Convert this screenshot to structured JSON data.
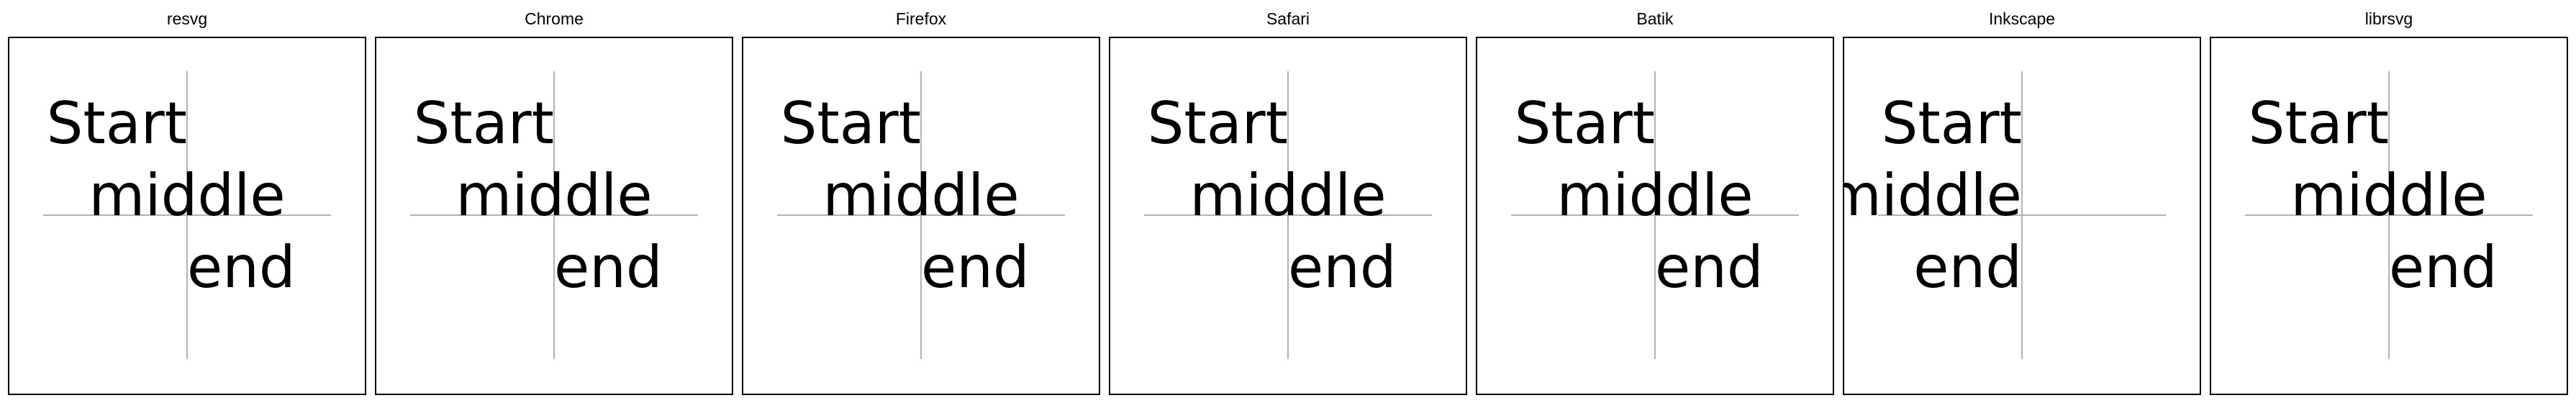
{
  "panels": [
    {
      "title": "resvg",
      "start_label": "Start",
      "middle_label": "middle",
      "end_label": "end"
    },
    {
      "title": "Chrome",
      "start_label": "Start",
      "middle_label": "middle",
      "end_label": "end"
    },
    {
      "title": "Firefox",
      "start_label": "Start",
      "middle_label": "middle",
      "end_label": "end"
    },
    {
      "title": "Safari",
      "start_label": "Start",
      "middle_label": "middle",
      "end_label": "end"
    },
    {
      "title": "Batik",
      "start_label": "Start",
      "middle_label": "middle",
      "end_label": "end"
    },
    {
      "title": "Inkscape",
      "start_label": "Start",
      "middle_label": "middle",
      "end_label": "end"
    },
    {
      "title": "librsvg",
      "start_label": "Start",
      "middle_label": "middle",
      "end_label": "end"
    }
  ],
  "colors": {
    "frame_border": "#000000",
    "guide_lines": "#b3b3b3",
    "text": "#000000",
    "background": "#ffffff"
  }
}
